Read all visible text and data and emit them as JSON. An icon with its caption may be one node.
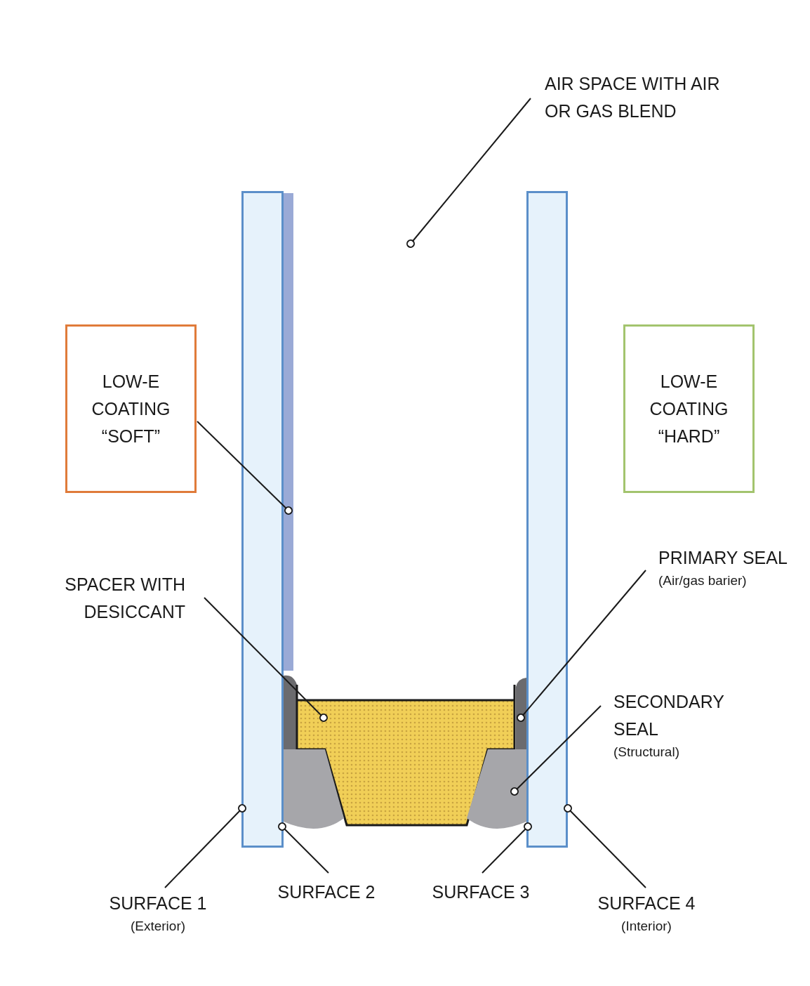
{
  "diagram": {
    "nodes": [
      {
        "text": [
          "AIR SPACE WITH AIR OR GAS BLEND"
        ]
      },
      {
        "text": [
          "LOW-E COATING “SOFT”"
        ]
      },
      {
        "text": [],
        "shape": "bar"
      },
      {
        "text": [],
        "shape": "bar"
      },
      {
        "text": [],
        "shape": "bar"
      },
      {
        "text": [
          "LOW-E COATING “HARD”"
        ]
      },
      {
        "text": [
          "SPACER WITH DESICCANT"
        ]
      },
      {
        "text": [],
        "shape": "bar"
      },
      {
        "text": [],
        "shape": "box"
      },
      {
        "text": [],
        "shape": "bar"
      },
      {
        "text": [
          "PRIMARY SEAL",
          "(Air/gas barier)"
        ]
      },
      {
        "text": [
          "SECONDARY SEAL",
          "(Structural)"
        ]
      },
      {
        "text": [],
        "shape": "box"
      },
      {
        "text": [],
        "shape": "box"
      },
      {
        "text": [
          "SURFACE 1",
          "(Exterior)"
        ]
      },
      {
        "text": [
          "SURFACE 2"
        ]
      },
      {
        "text": [
          "SURFACE 3"
        ]
      },
      {
        "text": [
          "SURFACE 4",
          "(Interior)"
        ]
      }
    ],
    "edges": [
      {
        "from": 0,
        "to": null,
        "arrow": "other"
      },
      {
        "from": 1,
        "to": 3,
        "arrow": "other"
      },
      {
        "from": 6,
        "to": 8,
        "arrow": "other"
      },
      {
        "from": 10,
        "to": 9,
        "arrow": "other"
      },
      {
        "from": 11,
        "to": 13,
        "arrow": "other"
      },
      {
        "from": 14,
        "to": 2,
        "arrow": "other"
      },
      {
        "from": 15,
        "to": 2,
        "arrow": "other"
      },
      {
        "from": 16,
        "to": 4,
        "arrow": "other"
      },
      {
        "from": 17,
        "to": 4,
        "arrow": "other"
      }
    ]
  }
}
